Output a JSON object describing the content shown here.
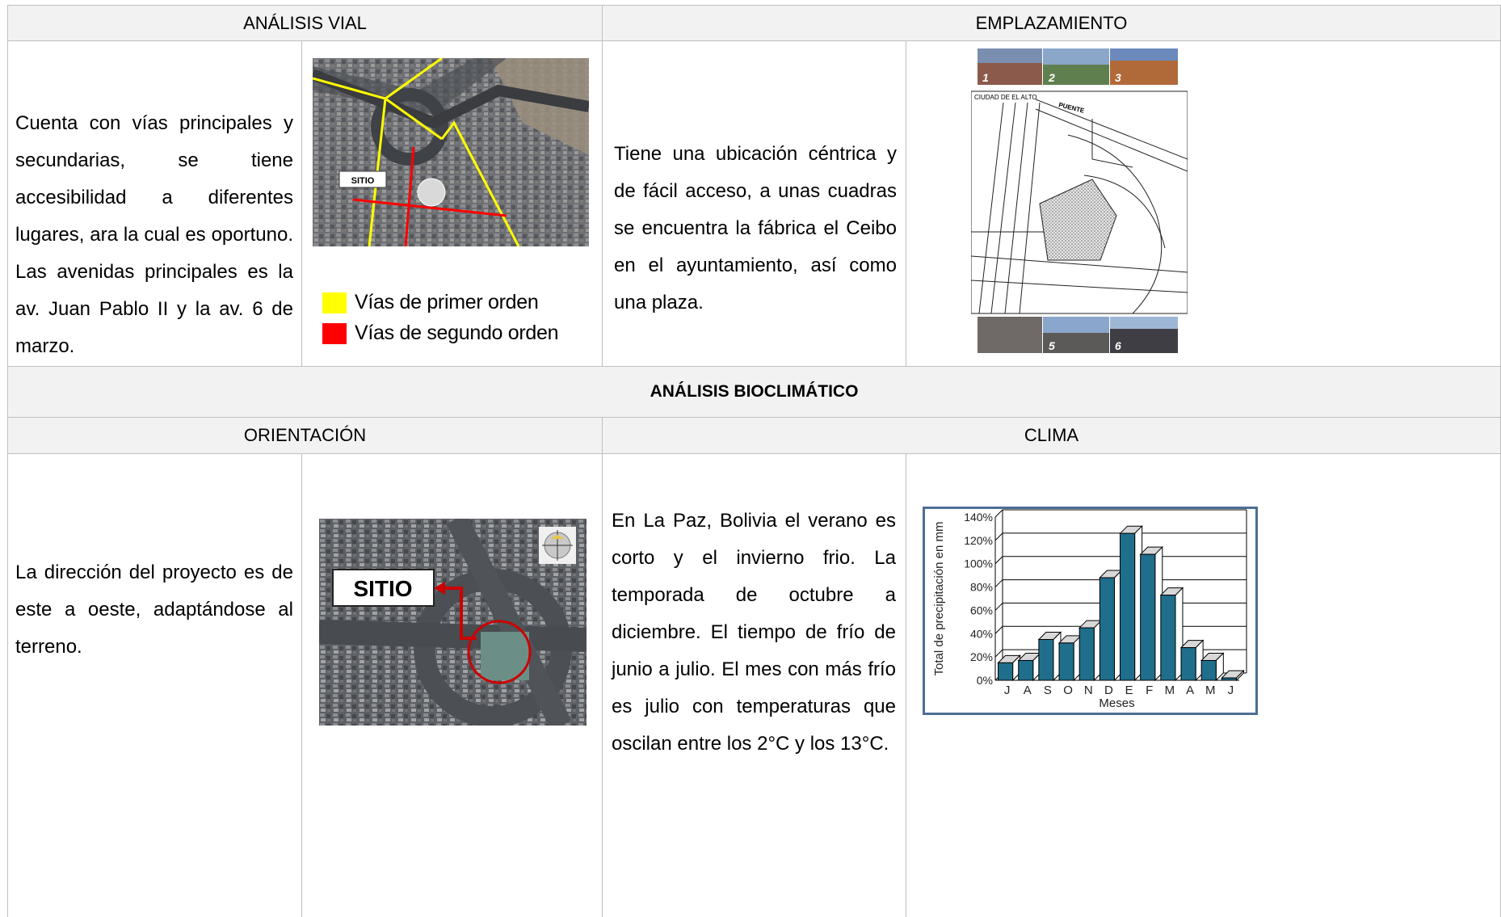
{
  "headers": {
    "analisis_vial": "ANÁLISIS VIAL",
    "emplazamiento": "EMPLAZAMIENTO",
    "bioclimatico": "ANÁLISIS BIOCLIMÁTICO",
    "orientacion": "ORIENTACIÓN",
    "clima": "CLIMA"
  },
  "texts": {
    "vial": "Cuenta con vías principales y secundarias, se tiene accesibilidad a diferentes lugares, ara la cual es oportuno. Las avenidas principales es la av. Juan Pablo II y la av. 6 de marzo.",
    "emplazamiento": "Tiene una ubicación céntrica y de fácil acceso, a unas cuadras se encuentra la fábrica el Ceibo en el ayuntamiento, así como una plaza.",
    "orientacion": "La dirección del proyecto es de este a oeste, adaptándose al terreno.",
    "clima": "En La Paz, Bolivia el verano es corto y el invierno frio. La temporada de octubre a diciembre. El tiempo de frío de junio a julio. El mes con más frío es julio con temperaturas que oscilan entre los 2°C y los 13°C."
  },
  "map_vial": {
    "site_label": "SITIO",
    "legend": [
      {
        "label": "Vías de primer orden",
        "color": "#ffff00"
      },
      {
        "label": "Vías de segundo orden",
        "color": "#ff0000"
      }
    ]
  },
  "emplazamiento_plan": {
    "top_label": "CIUDAD DE EL ALTO",
    "street_label": "PUENTE",
    "photo_numbers_top": [
      "1",
      "2",
      "3"
    ],
    "photo_numbers_bottom": [
      "5",
      "6"
    ]
  },
  "orientacion_map": {
    "site_label": "SITIO"
  },
  "chart_data": {
    "type": "bar",
    "ylabel": "Total de precipitación en mm",
    "xlabel": "Meses",
    "categories": [
      "J",
      "A",
      "S",
      "O",
      "N",
      "D",
      "E",
      "F",
      "M",
      "A",
      "M",
      "J"
    ],
    "values": [
      15,
      17,
      35,
      32,
      45,
      88,
      126,
      108,
      73,
      28,
      17,
      2
    ],
    "yticks": [
      "0%",
      "20%",
      "40%",
      "60%",
      "80%",
      "100%",
      "120%",
      "140%"
    ],
    "ylim": [
      0,
      140
    ],
    "bar_color": "#1f6e8c",
    "grid": true
  }
}
